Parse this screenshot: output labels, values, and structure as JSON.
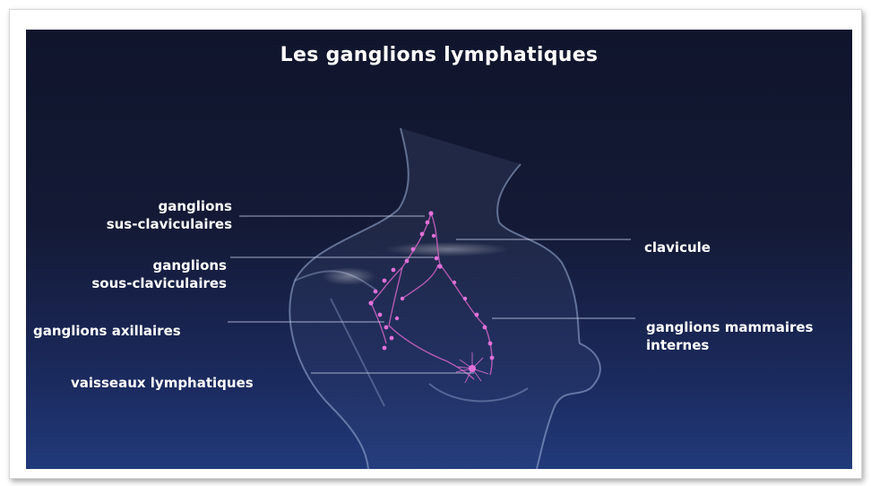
{
  "title": "Les ganglions lymphatiques",
  "labels": {
    "sus_clav_line1": "ganglions",
    "sus_clav_line2": "sus-claviculaires",
    "sous_clav_line1": "ganglions",
    "sous_clav_line2": "sous-claviculaires",
    "axillaires": "ganglions axillaires",
    "vaisseaux": "vaisseaux lymphatiques",
    "clavicule": "clavicule",
    "mammaires_line1": "ganglions mammaires",
    "mammaires_line2": "internes"
  },
  "colors": {
    "background_top": "#10152c",
    "background_bottom": "#213a7a",
    "node_color": "#e070d8",
    "outline_color": "#9fb3d9",
    "text_color": "#ffffff"
  }
}
